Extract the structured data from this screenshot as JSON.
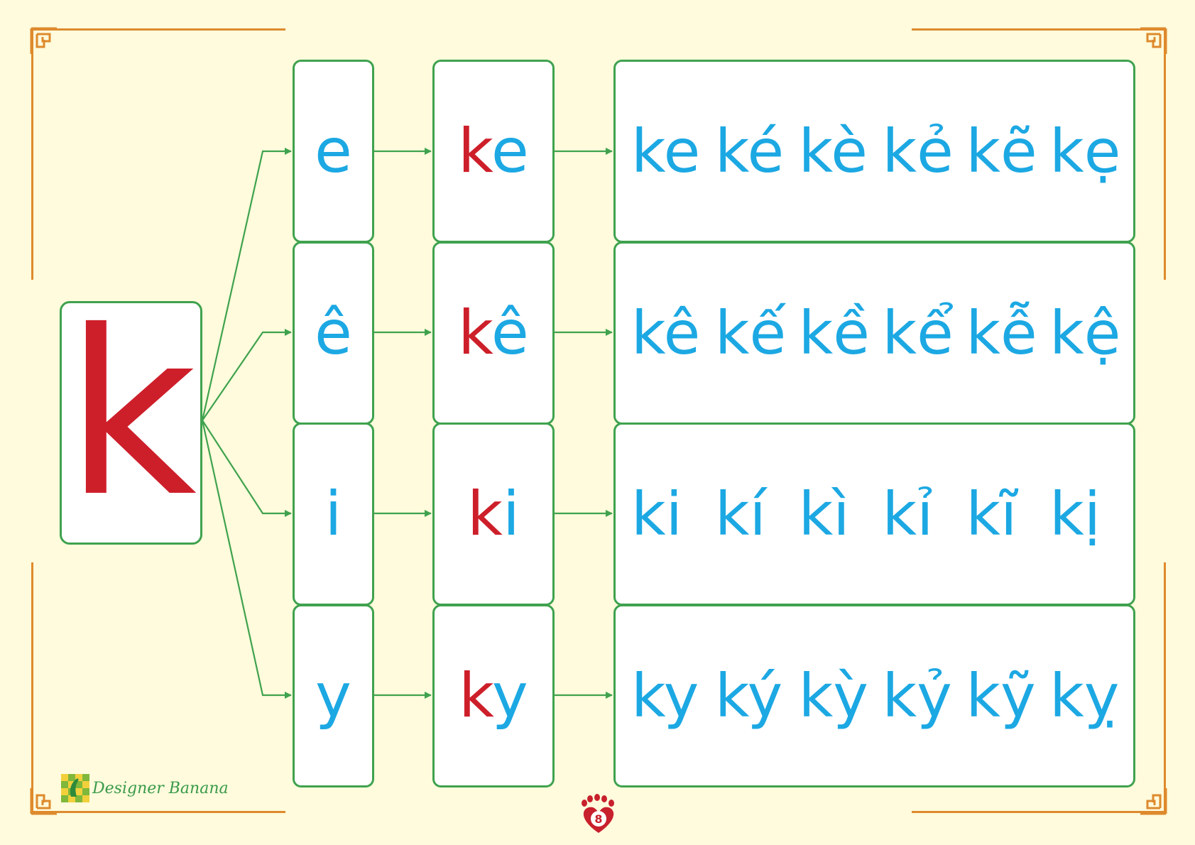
{
  "consonant": "k",
  "rows": [
    {
      "vowel": "e",
      "syllable_k": "k",
      "syllable_rest": "e",
      "tones": [
        "ke",
        "ké",
        "kè",
        "kẻ",
        "kẽ",
        "kẹ"
      ]
    },
    {
      "vowel": "ê",
      "syllable_k": "k",
      "syllable_rest": "ê",
      "tones": [
        "kê",
        "kế",
        "kề",
        "kể",
        "kễ",
        "kệ"
      ]
    },
    {
      "vowel": "i",
      "syllable_k": "k",
      "syllable_rest": "i",
      "tones": [
        "ki",
        "kí",
        "kì",
        "kỉ",
        "kĩ",
        "kị"
      ]
    },
    {
      "vowel": "y",
      "syllable_k": "k",
      "syllable_rest": "y",
      "tones": [
        "ky",
        "ký",
        "kỳ",
        "kỷ",
        "kỹ",
        "kỵ"
      ]
    }
  ],
  "branding": {
    "name": "Designer Banana"
  },
  "page_number": "8",
  "colors": {
    "red": "#cd1f2a",
    "blue": "#1ca8e3",
    "green": "#3fa24e",
    "frame": "#de8a2c",
    "background": "#fffbdc"
  }
}
